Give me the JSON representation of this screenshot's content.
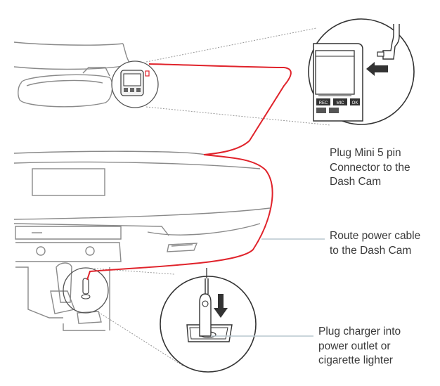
{
  "labels": {
    "plug_mini": [
      "Plug Mini 5 pin",
      "Connector to the",
      "Dash Cam"
    ],
    "route_cable": [
      "Route power cable",
      "to the Dash Cam"
    ],
    "plug_charger": [
      "Plug charger into",
      "power outlet or",
      "cigarette lighter"
    ]
  },
  "camera_buttons": [
    "REC",
    "MIC",
    "OK"
  ],
  "colors": {
    "cable": "#e0232b",
    "line_art": "#8a8a8a",
    "dark_line": "#333333",
    "pointer_line": "#b9c7cf",
    "text": "#3a3a3a"
  },
  "icons": [
    "arrow-left-icon",
    "arrow-down-icon"
  ]
}
